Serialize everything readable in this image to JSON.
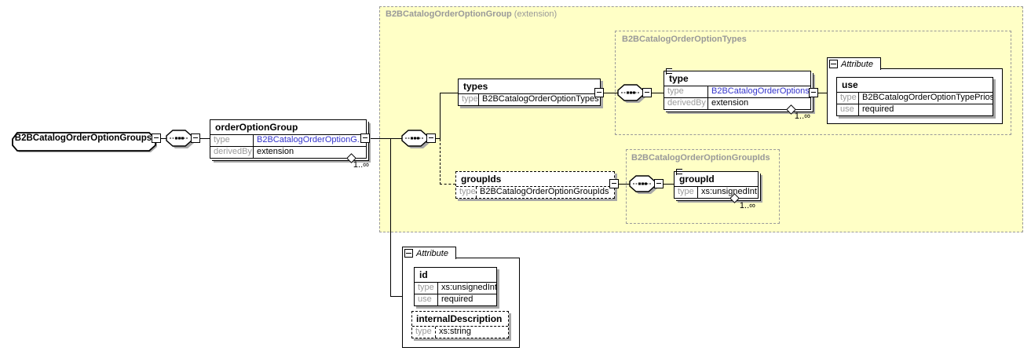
{
  "regions": {
    "outer": {
      "name": "B2BCatalogOrderOptionGroup",
      "suffix": " (extension)"
    },
    "types": {
      "name": "B2BCatalogOrderOptionTypes"
    },
    "groupIds": {
      "name": "B2BCatalogOrderOptionGroupIds"
    }
  },
  "root": {
    "name": "B2BCatalogOrderOptionGroups"
  },
  "attribute_label": "Attribute",
  "boxes": {
    "orderOptionGroup": {
      "title": "orderOptionGroup",
      "type_label": "type",
      "type_value": "B2BCatalogOrderOptionG...",
      "derivedBy_label": "derivedBy",
      "derivedBy_value": "extension",
      "occurs": "1..∞"
    },
    "types": {
      "title": "types",
      "type_label": "type",
      "type_value": "B2BCatalogOrderOptionTypes"
    },
    "type": {
      "title": "type",
      "type_label": "type",
      "type_value": "B2BCatalogOrderOptions",
      "derivedBy_label": "derivedBy",
      "derivedBy_value": "extension",
      "occurs": "1..∞"
    },
    "use": {
      "title": "use",
      "type_label": "type",
      "type_value": "B2BCatalogOrderOptionTypePrios",
      "use_label": "use",
      "use_value": "required"
    },
    "groupIds": {
      "title": "groupIds",
      "type_label": "type",
      "type_value": "B2BCatalogOrderOptionGroupIds"
    },
    "groupId": {
      "title": "groupId",
      "type_label": "type",
      "type_value": "xs:unsignedInt",
      "occurs": "1..∞"
    },
    "id": {
      "title": "id",
      "type_label": "type",
      "type_value": "xs:unsignedInt",
      "use_label": "use",
      "use_value": "required"
    },
    "internalDescription": {
      "title": "internalDescription",
      "type_label": "type",
      "type_value": "xs:string"
    }
  },
  "colors": {
    "region_fill": "#FFFFC6",
    "region_border": "#9A9A9A",
    "link": "#3333CC",
    "row_label": "#9A9A9A",
    "shadow": "#A8A8A8"
  },
  "icons": {
    "sequence": "sequence-compositor",
    "minus": "collapse-button",
    "annotation": "annotation-marker"
  }
}
